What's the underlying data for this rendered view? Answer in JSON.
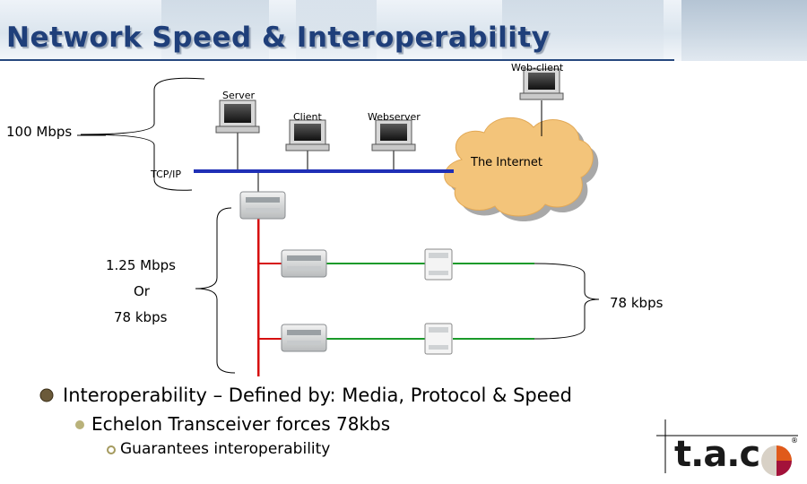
{
  "page": {
    "title": "Network Speed & Interoperability"
  },
  "diagram": {
    "web_client_label": "Web-client",
    "server_label": "Server",
    "client_label": "Client",
    "webserver_label": "Webserver",
    "internet_label": "The Internet",
    "backbone_speed": "100 Mbps",
    "tcpip_label": "TCP/IP",
    "red_speed_line1": "1.25 Mbps",
    "red_speed_line2": "Or",
    "red_speed_line3": "78 kbps",
    "green_speed": "78 kbps",
    "colors": {
      "backbone": "#1f2fb6",
      "red_bus": "#d60f0f",
      "green_bus": "#1a9a2a",
      "cloud": "#f3c47a"
    }
  },
  "bullets": [
    {
      "level": 1,
      "text": "Interoperability – Defined by: Media, Protocol & Speed"
    },
    {
      "level": 2,
      "text": "Echelon Transceiver forces 78kbs"
    },
    {
      "level": 3,
      "text": "Guarantees interoperability"
    }
  ],
  "logo": {
    "text": "t.a.c",
    "registered": "®"
  }
}
